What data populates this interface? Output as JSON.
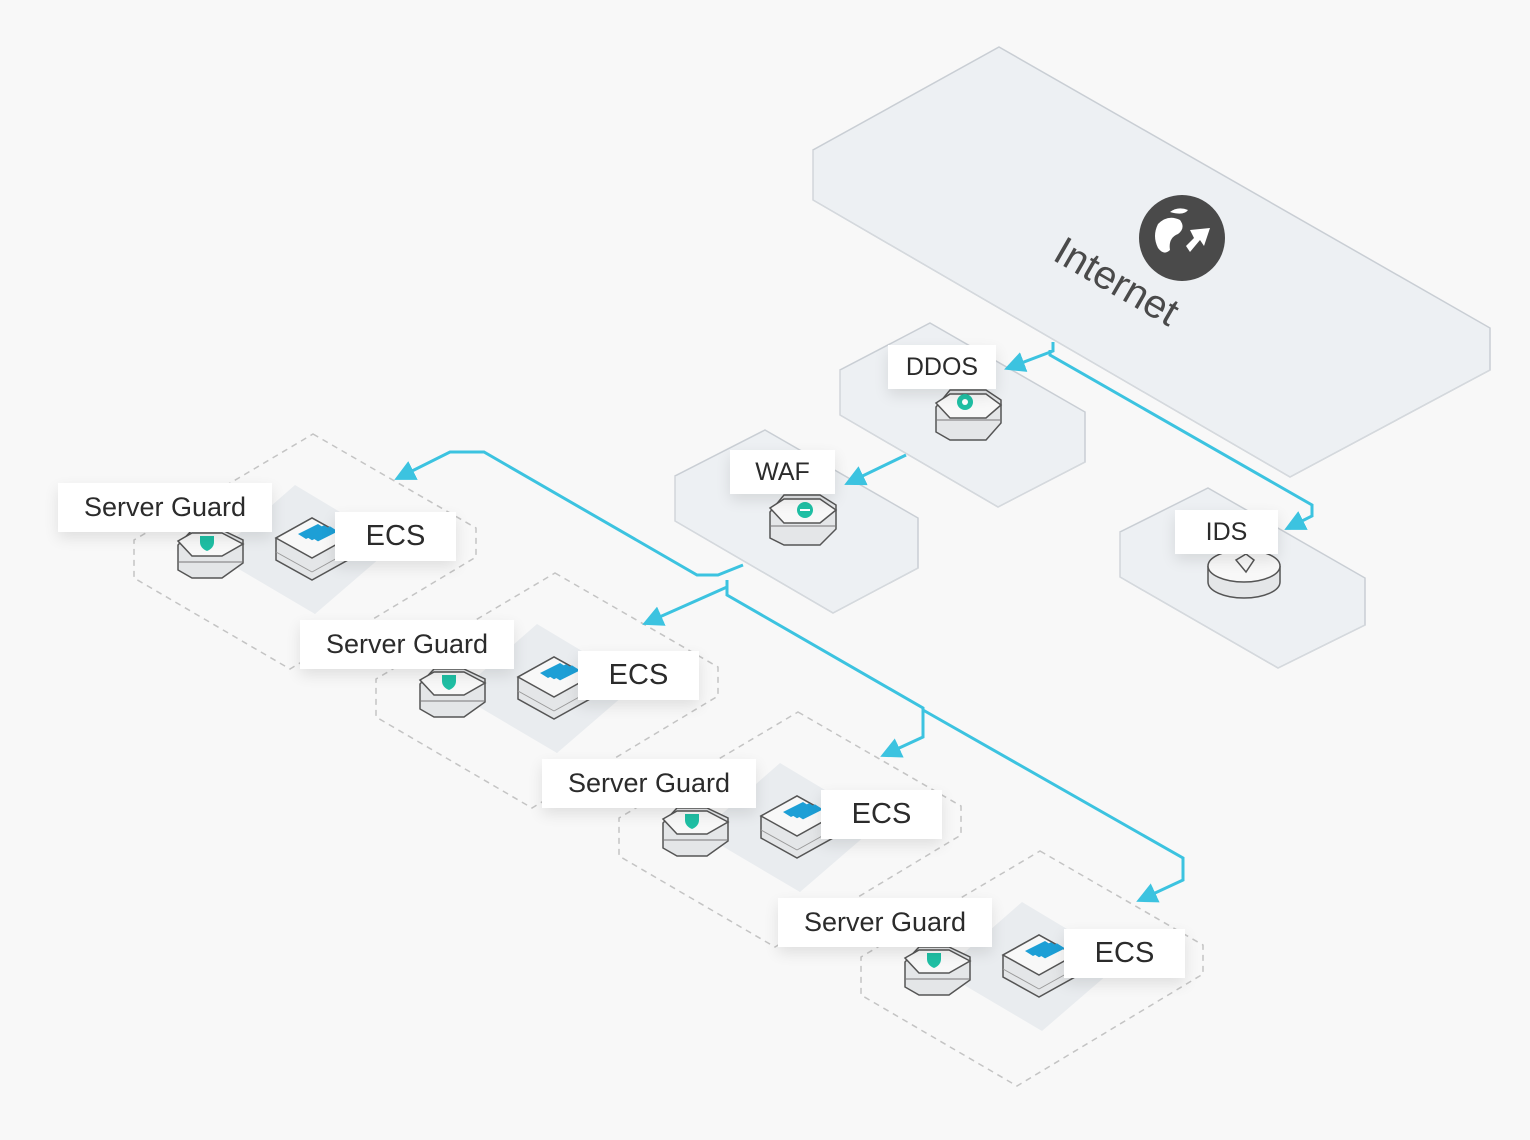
{
  "internet": {
    "label": "Internet"
  },
  "nodes": {
    "ddos": {
      "label": "DDOS"
    },
    "waf": {
      "label": "WAF"
    },
    "ids": {
      "label": "IDS"
    }
  },
  "groups": [
    {
      "guard_label": "Server Guard",
      "ecs_label": "ECS"
    },
    {
      "guard_label": "Server Guard",
      "ecs_label": "ECS"
    },
    {
      "guard_label": "Server Guard",
      "ecs_label": "ECS"
    },
    {
      "guard_label": "Server Guard",
      "ecs_label": "ECS"
    }
  ],
  "colors": {
    "connector": "#3cc3e0",
    "platform": "#edf0f3",
    "platform_stroke": "#c9ced4",
    "accent_green": "#1fbfa4",
    "accent_blue": "#1d9fd6",
    "globe": "#4a4a4a"
  }
}
